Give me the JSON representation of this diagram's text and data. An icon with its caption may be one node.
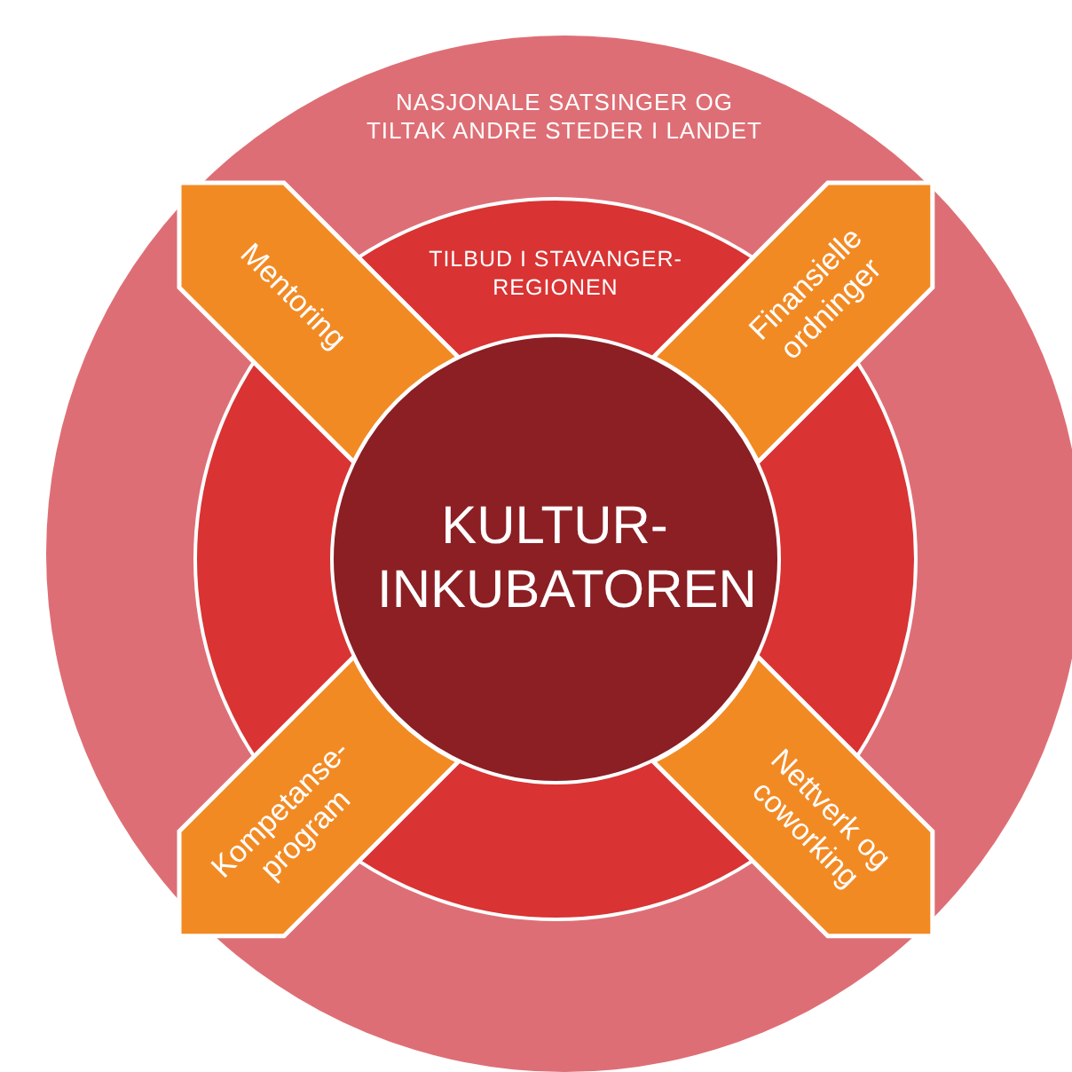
{
  "diagram": {
    "nodes": [
      {
        "text": [
          "NASJONALE SATSINGER OG TILTAK ANDRE STEDER I LANDET"
        ]
      },
      {
        "text": [
          "TILBUD I STAVANGER-REGIONEN"
        ],
        "in": 0
      },
      {
        "text": [
          "KULTUR-INKUBATOREN"
        ],
        "in": 1
      },
      {
        "text": [
          "Mentoring"
        ],
        "in": 0
      },
      {
        "text": [
          "Finansielle ordninger"
        ],
        "in": 0
      },
      {
        "text": [
          "Kompetanse-program"
        ],
        "in": 0
      },
      {
        "text": [
          "Nettverk og coworking"
        ],
        "in": 0
      }
    ]
  }
}
